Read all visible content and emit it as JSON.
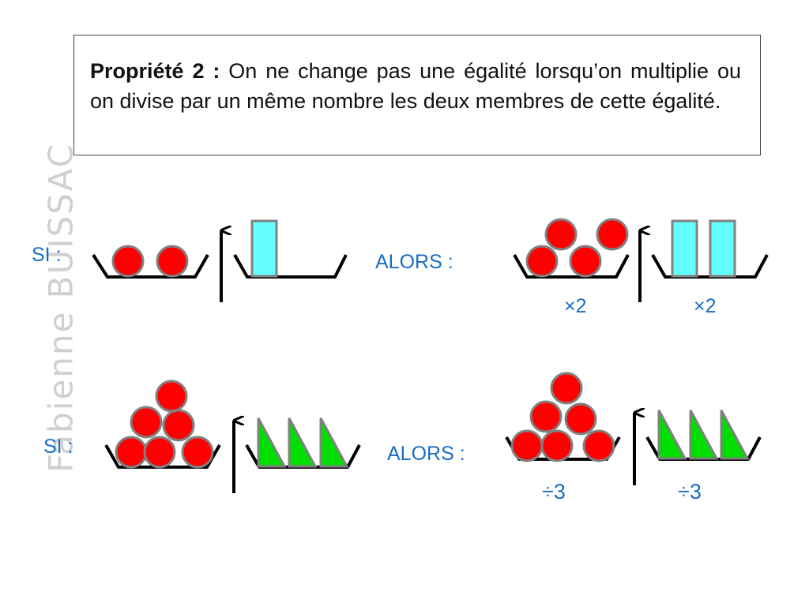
{
  "property": {
    "title": "Propriété 2 :",
    "text": "On ne change pas une égalité lorsqu’on multiplie ou on divise par un même nombre les deux membres de cette égalité."
  },
  "watermark": "Fabienne BUISSAC",
  "example_multiply": {
    "si_label": "SI :",
    "alors_label": "ALORS :",
    "left_factor": "×2",
    "right_factor": "×2"
  },
  "example_divide": {
    "si_label": "SI :",
    "alors_label": "ALORS :",
    "left_divisor": "÷3",
    "right_divisor": "÷3"
  },
  "colors": {
    "ball_fill": "#ff0000",
    "ball_stroke": "#808080",
    "rectangle_fill": "#66ffff",
    "triangle_fill": "#00dd00",
    "label_color": "#1a6dc0",
    "tray_color": "#000000"
  }
}
